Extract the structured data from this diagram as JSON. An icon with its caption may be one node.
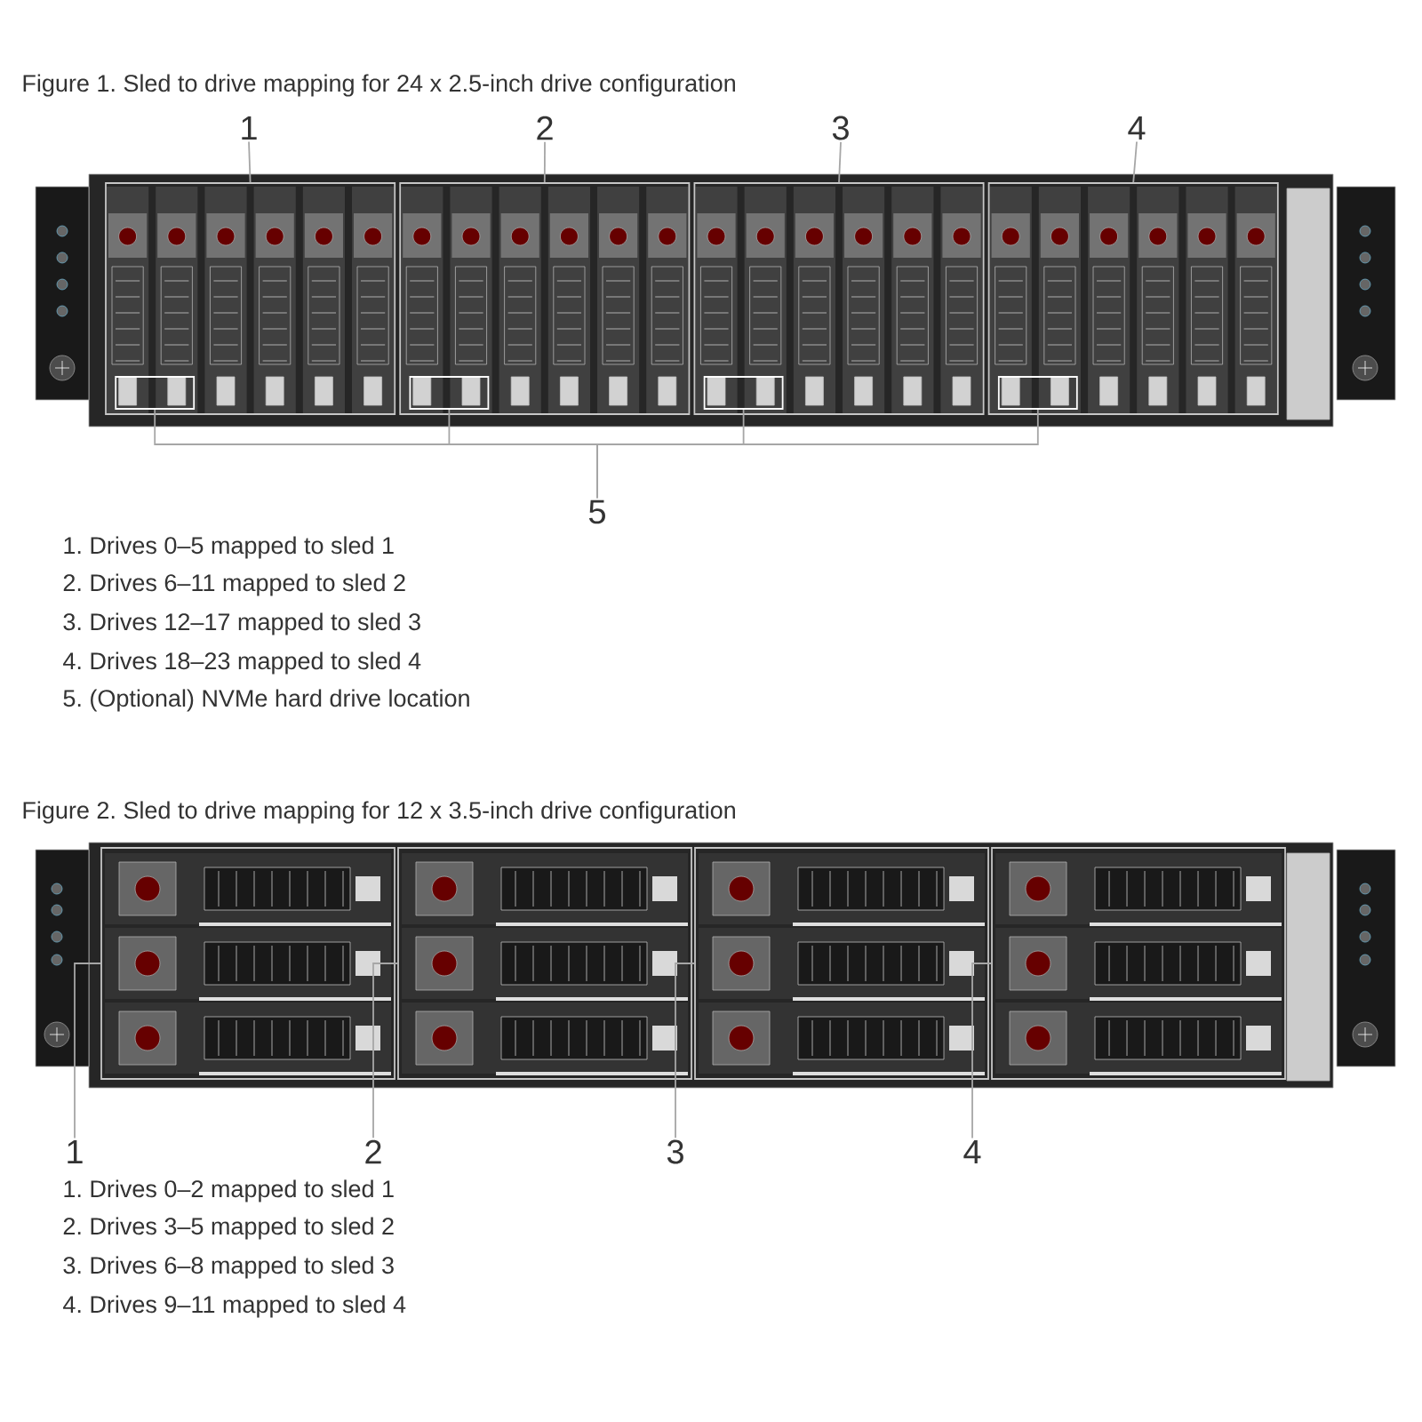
{
  "diagram": {
    "nodes": [
      {
        "text": [
          "1"
        ]
      },
      {
        "text": [
          "2"
        ]
      },
      {
        "text": [
          "3"
        ]
      },
      {
        "text": [
          "4"
        ]
      },
      {
        "text": [],
        "shape": "box"
      },
      {
        "text": [],
        "shape": "box"
      },
      {
        "text": [],
        "shape": "box"
      },
      {
        "text": [],
        "shape": "box"
      },
      {
        "text": [
          "5"
        ]
      },
      {
        "text": [],
        "shape": "box",
        "in": 4
      },
      {
        "text": [],
        "shape": "box",
        "in": 5
      },
      {
        "text": [],
        "shape": "box",
        "in": 6
      },
      {
        "text": [],
        "shape": "box",
        "in": 7
      },
      {
        "text": [
          "1"
        ]
      },
      {
        "text": [
          "2"
        ]
      },
      {
        "text": [
          "3"
        ]
      },
      {
        "text": [
          "4"
        ]
      },
      {
        "text": [],
        "shape": "box"
      },
      {
        "text": [],
        "shape": "box"
      },
      {
        "text": [],
        "shape": "box"
      },
      {
        "text": [],
        "shape": "box"
      }
    ],
    "edges": [
      {
        "from": 0,
        "to": 4,
        "arrow": "none"
      },
      {
        "from": 1,
        "to": 5,
        "arrow": "none"
      },
      {
        "from": 2,
        "to": 6,
        "arrow": "none"
      },
      {
        "from": 3,
        "to": 7,
        "arrow": "none"
      },
      {
        "from": 8,
        "to": 9,
        "arrow": "none"
      },
      {
        "from": 8,
        "to": 10,
        "arrow": "none"
      },
      {
        "from": 8,
        "to": 11,
        "arrow": "none"
      },
      {
        "from": 8,
        "to": 12,
        "arrow": "none"
      },
      {
        "from": 13,
        "to": 17,
        "arrow": "none"
      },
      {
        "from": 14,
        "to": 18,
        "arrow": "none"
      },
      {
        "from": 15,
        "to": 19,
        "arrow": "none"
      },
      {
        "from": 16,
        "to": 20,
        "arrow": "none"
      }
    ],
    "labels": [
      "Figure 1. Sled to drive mapping for 24 x 2.5-inch drive configuration",
      "1. Drives 0–5 mapped to sled 1",
      "2. Drives 6–11 mapped to sled 2",
      "3. Drives 12–17 mapped to sled 3",
      "4. Drives 18–23 mapped to sled 4",
      "5. (Optional) NVMe hard drive location",
      "Figure 2. Sled to drive mapping for 12 x 3.5-inch drive configuration",
      "1. Drives 0–2 mapped to sled 1",
      "2. Drives 3–5 mapped to sled 2",
      "3. Drives 6–8 mapped to sled 3",
      "4. Drives 9–11 mapped to sled 4"
    ]
  }
}
